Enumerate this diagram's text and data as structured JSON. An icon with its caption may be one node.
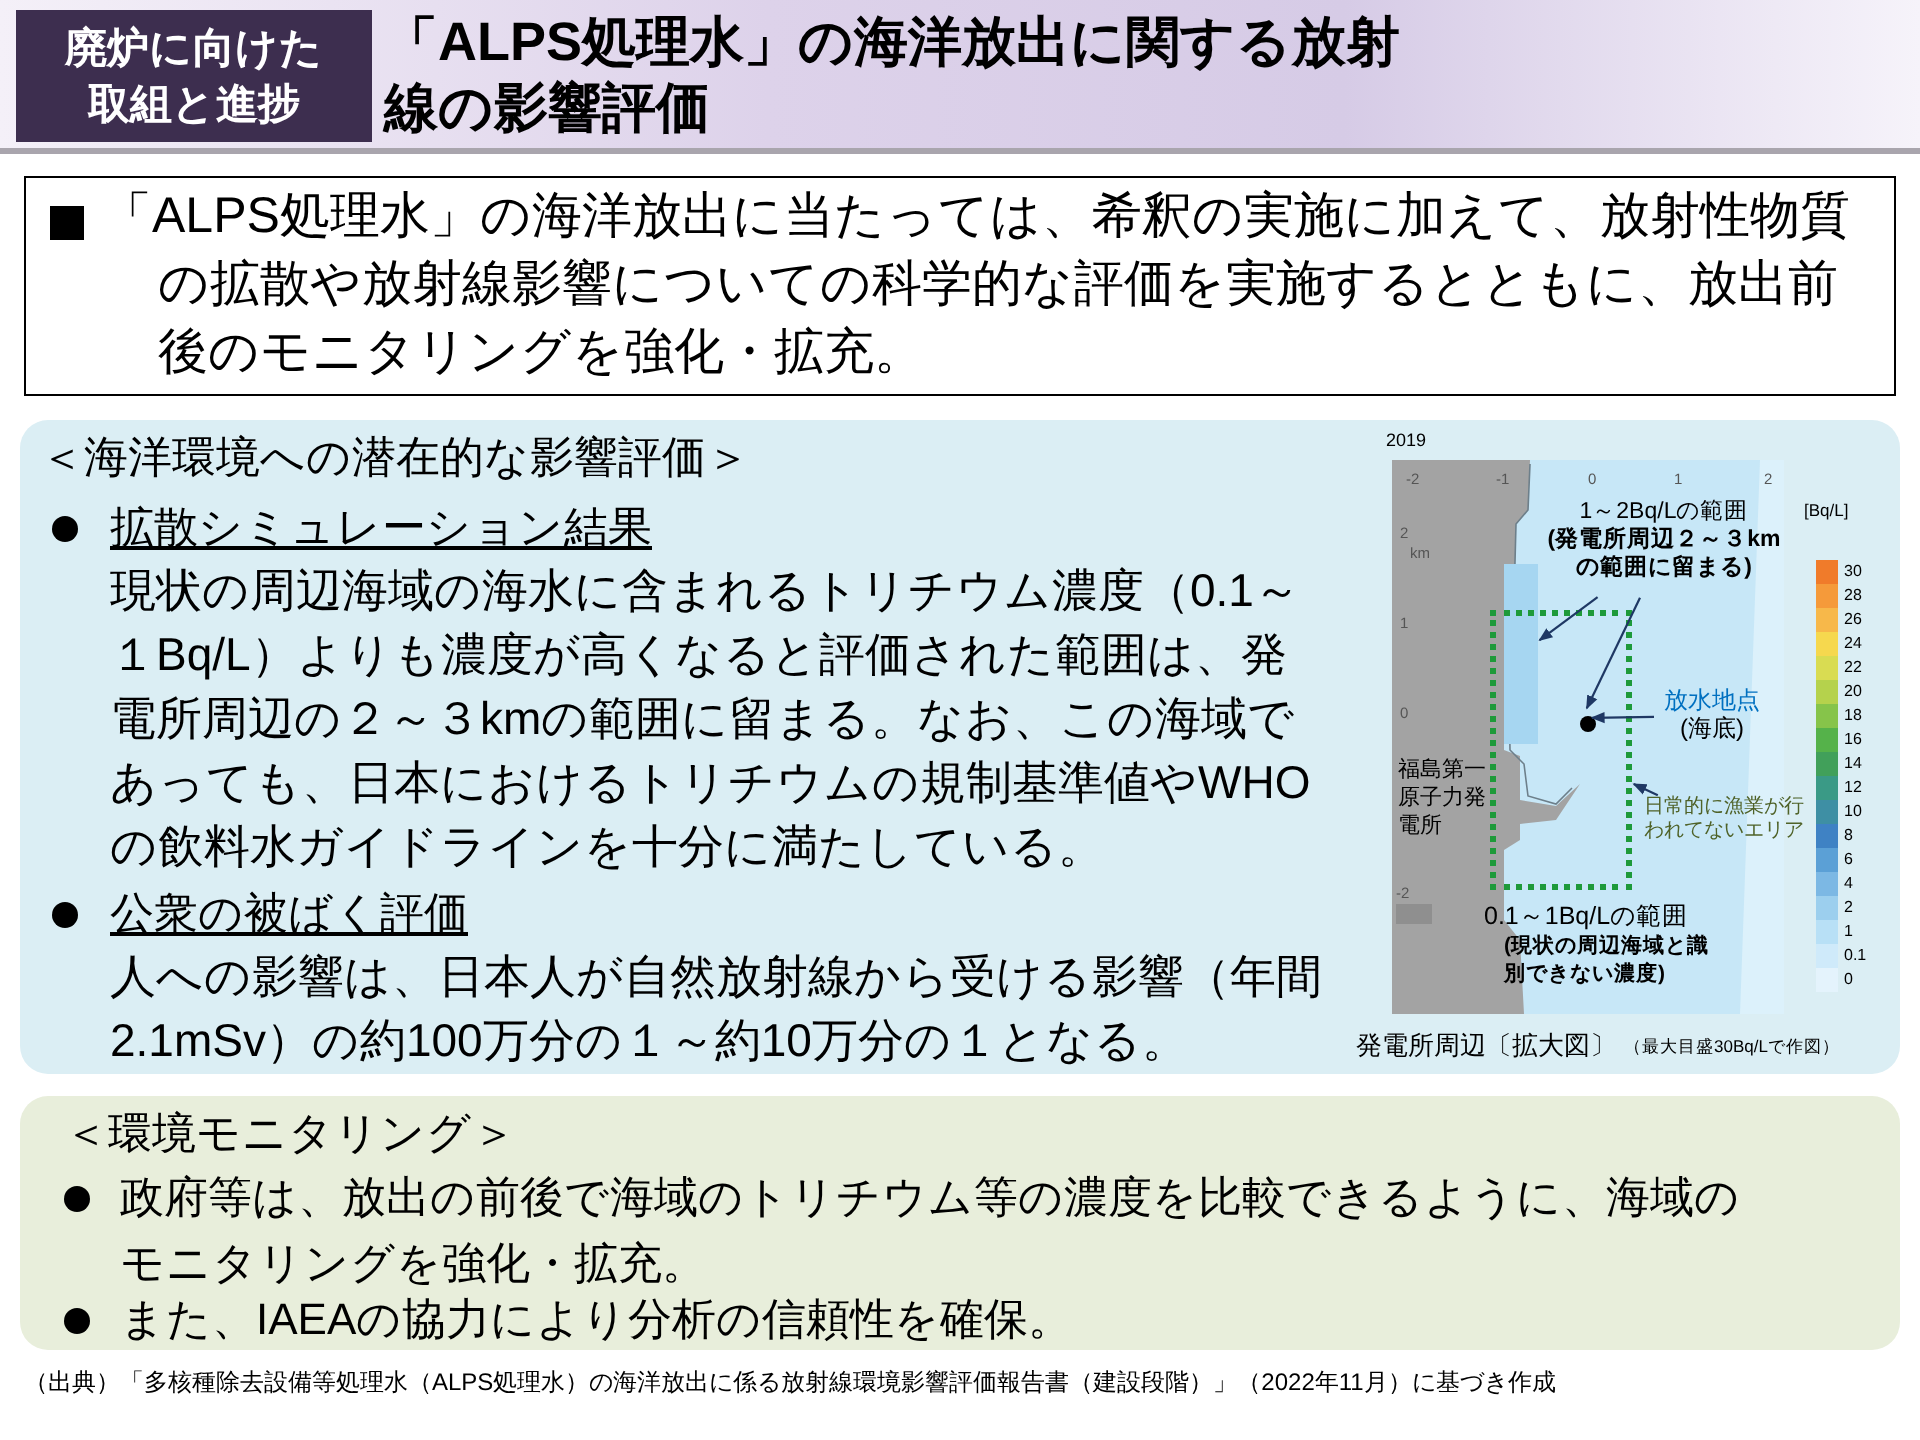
{
  "diagram": {
    "title": "「ALPS処理水」の海洋放出に関する放射線の影響評価",
    "nodes": [
      {
        "text": [
          "廃炉に向けた取組と進捗"
        ]
      },
      {
        "text": [
          "「ALPS処理水」の海洋放出に当たっては、希釈の実施に加えて、放射性物質の拡散や放射線影響についての科学的な評価を実施するとともに、放出前後のモニタリングを強化・拡充。"
        ]
      },
      {
        "text": [
          "＜海洋環境への潜在的な影響評価＞",
          "拡散シミュレーション結果",
          "現状の周辺海域の海水に含まれるトリチウム濃度（0.1～１Bq/L）よりも濃度が高くなると評価された範囲は、発電所周辺の２～３kmの範囲に留まる。なお、この海域であっても、日本におけるトリチウムの規制基準値やWHOの飲料水ガイドラインを十分に満たしている。",
          "公衆の被ばく評価",
          "人への影響は、日本人が自然放射線から受ける影響（年間2.1mSv）の約100万分の１～約10万分の１となる。"
        ]
      },
      {
        "text": [
          "1～2Bq/Lの範囲",
          "(発電所周辺２～３kmの範囲に留まる)"
        ],
        "in": 2
      },
      {
        "text": [],
        "shape": "box",
        "in": 2
      },
      {
        "text": [],
        "shape": "circle",
        "in": 8
      },
      {
        "text": [
          "放水地点",
          "(海底)"
        ],
        "in": 2
      },
      {
        "text": [
          "日常的に漁業が行われてないエリア"
        ],
        "in": 2
      },
      {
        "text": [],
        "shape": "box",
        "in": 2
      },
      {
        "text": [
          "＜環境モニタリング＞",
          "政府等は、放出の前後で海域のトリチウム等の濃度を比較できるように、海域のモニタリングを強化・拡充。",
          "また、IAEAの協力により分析の信頼性を確保。"
        ]
      }
    ],
    "edges": [
      {
        "from": 3,
        "to": 4,
        "arrow": "to"
      },
      {
        "from": 3,
        "to": 5,
        "arrow": "to"
      },
      {
        "from": 6,
        "to": 5,
        "arrow": "to"
      },
      {
        "from": 7,
        "to": 8,
        "arrow": "to"
      }
    ],
    "labels": [
      "2019",
      "-2",
      "-1",
      "0",
      "1",
      "2",
      "[Bq/L]",
      "2",
      "km",
      "1",
      "0",
      "-2",
      "30",
      "28",
      "26",
      "24",
      "22",
      "20",
      "18",
      "16",
      "14",
      "12",
      "10",
      "8",
      "6",
      "4",
      "2",
      "1",
      "0.1",
      "0",
      "福島第一原子力発電所",
      "0.1～1Bq/Lの範囲",
      "(現状の周辺海域と識別できない濃度)",
      "発電所周辺〔拡大図〕",
      "（最大目盛30Bq/Lで作図）",
      "（出典）「多核種除去設備等処理水（ALPS処理水）の海洋放出に係る放射線環境影響評価報告書（建設段階）」（2022年11月）に基づき作成"
    ]
  }
}
